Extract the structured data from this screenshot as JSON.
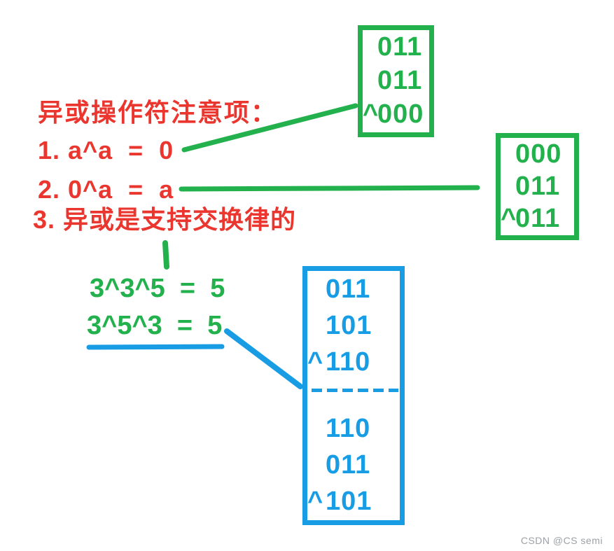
{
  "colors": {
    "red": "#ea362e",
    "green": "#22b14c",
    "blue": "#189de5",
    "watermark": "#9da1a6"
  },
  "notes": {
    "title": "异或操作符注意项：",
    "items": [
      "1. a^a  =  0",
      "2. 0^a  =  a",
      "3. 异或是支持交换律的"
    ]
  },
  "equations": [
    "3^3^5  =  5",
    "3^5^3  =  5"
  ],
  "boxes": {
    "a_xor_a": {
      "rows": [
        {
          "op": "",
          "value": "011"
        },
        {
          "op": "",
          "value": "011"
        },
        {
          "op": "^",
          "value": "000"
        }
      ]
    },
    "zero_xor_a": {
      "rows": [
        {
          "op": "",
          "value": "000"
        },
        {
          "op": "",
          "value": "011"
        },
        {
          "op": "^",
          "value": "011"
        }
      ]
    },
    "commutative": {
      "top_rows": [
        {
          "op": "",
          "value": "011"
        },
        {
          "op": "",
          "value": "101"
        },
        {
          "op": "^",
          "value": "110"
        }
      ],
      "bottom_rows": [
        {
          "op": "",
          "value": "110"
        },
        {
          "op": "",
          "value": "011"
        },
        {
          "op": "^",
          "value": "101"
        }
      ]
    }
  },
  "watermark": "CSDN @CS semi"
}
